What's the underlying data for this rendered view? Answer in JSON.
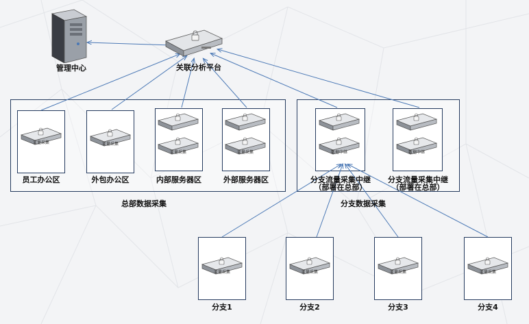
{
  "center": {
    "label": "管理中心"
  },
  "platform": {
    "label": "关联分析平台"
  },
  "hq": {
    "group_label": "总部数据采集",
    "zones": [
      {
        "label": "员工办公区",
        "devices": [
          {
            "label": "流量采集"
          }
        ]
      },
      {
        "label": "外包办公区",
        "devices": [
          {
            "label": "流量采集"
          }
        ]
      },
      {
        "label": "内部服务器区",
        "devices": [
          {
            "label": ""
          },
          {
            "label": "流量采集"
          }
        ]
      },
      {
        "label": "外部服务器区",
        "devices": [
          {
            "label": ""
          },
          {
            "label": "流量采集"
          }
        ]
      }
    ]
  },
  "branch_collect": {
    "group_label": "分支数据采集",
    "zones": [
      {
        "label": "分支流量采集中继",
        "sublabel": "（部署在总部）",
        "devices": [
          {
            "label": ""
          },
          {
            "label": "数据中继"
          }
        ]
      },
      {
        "label": "分支流量采集中继",
        "sublabel": "（部署在总部）",
        "devices": [
          {
            "label": ""
          },
          {
            "label": "数据中继"
          }
        ]
      }
    ]
  },
  "branches": [
    {
      "label": "分支1",
      "device_label": "流量采集"
    },
    {
      "label": "分支2",
      "device_label": "流量采集"
    },
    {
      "label": "分支3",
      "device_label": "流量采集"
    },
    {
      "label": "分支4",
      "device_label": "流量采集"
    }
  ],
  "colors": {
    "link": "#4a78b5",
    "border": "#23395d"
  }
}
